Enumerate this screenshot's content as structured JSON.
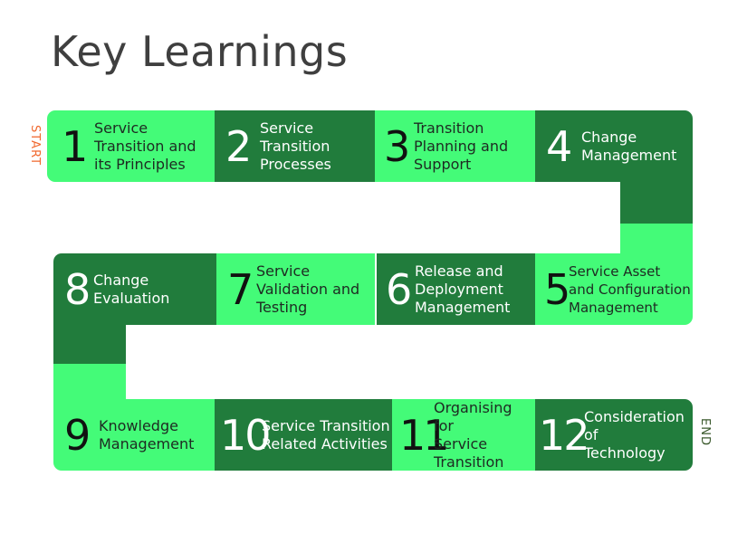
{
  "title": "Key Learnings",
  "start_label": "START",
  "end_label": "END",
  "colors": {
    "light": "#44fb78",
    "dark": "#217c3c",
    "start": "#f0682e",
    "end": "#3b5a2d"
  },
  "steps": [
    {
      "number": "1",
      "label": "Service\nTransition and\nits Principles"
    },
    {
      "number": "2",
      "label": "Service\nTransition\nProcesses"
    },
    {
      "number": "3",
      "label": "Transition\nPlanning and\nSupport"
    },
    {
      "number": "4",
      "label": "Change\nManagement"
    },
    {
      "number": "5",
      "label": "Service Asset\nand Configuration\nManagement"
    },
    {
      "number": "6",
      "label": "Release and\nDeployment\nManagement"
    },
    {
      "number": "7",
      "label": "Service\nValidation and\nTesting"
    },
    {
      "number": "8",
      "label": "Change\nEvaluation"
    },
    {
      "number": "9",
      "label": "Knowledge\nManagement"
    },
    {
      "number": "10",
      "label": "Service Transition\nRelated Activities"
    },
    {
      "number": "11",
      "label": "Organising for\nService\nTransition"
    },
    {
      "number": "12",
      "label": "Consideration\nof\nTechnology"
    }
  ]
}
